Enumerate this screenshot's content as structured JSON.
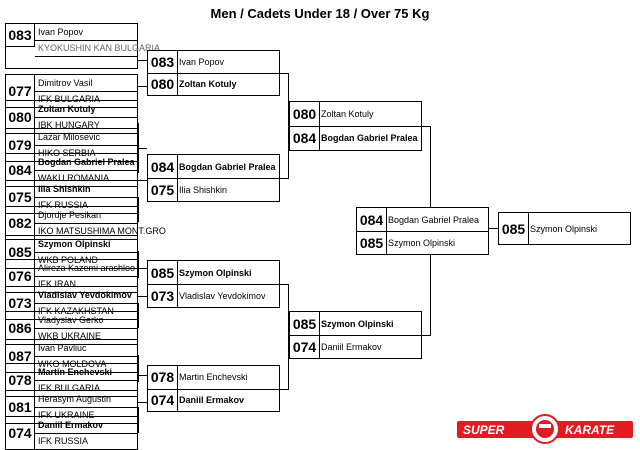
{
  "title": "Men / Cadets Under 18 / Over 75 Kg",
  "entries": [
    {
      "seed": "083",
      "name": "Ivan Popov",
      "club": "KYOKUSHIN KAN BULGARIA",
      "bold": false
    },
    {
      "seed": "077",
      "name": "Dimitrov Vasil",
      "club": "IFK BULGARIA",
      "bold": false
    },
    {
      "seed": "080",
      "name": "Zoltan Kotuly",
      "club": "IBK HUNGARY",
      "bold": true
    },
    {
      "seed": "079",
      "name": "Lazar Milosevic",
      "club": "HIKO SERBIA",
      "bold": false
    },
    {
      "seed": "084",
      "name": "Bogdan Gabriel Pralea",
      "club": "WAKU ROMANIA",
      "bold": true
    },
    {
      "seed": "075",
      "name": "Ilia Shishkin",
      "club": "IFK RUSSIA",
      "bold": true
    },
    {
      "seed": "082",
      "name": "Djordje Pesikan",
      "club": "IKO MATSUSHIMA MONT.GRO",
      "bold": false
    },
    {
      "seed": "085",
      "name": "Szymon Olpinski",
      "club": "WKB POLAND",
      "bold": true
    },
    {
      "seed": "076",
      "name": "Alireza Kazemi arashloo",
      "club": "IFK IRAN",
      "bold": false
    },
    {
      "seed": "073",
      "name": "Vladislav Yevdokimov",
      "club": "IFK KAZAKHSTAN",
      "bold": true
    },
    {
      "seed": "086",
      "name": "Vladyslav Gerko",
      "club": "WKB UKRAINE",
      "bold": false
    },
    {
      "seed": "087",
      "name": "Ivan Pavliuc",
      "club": "WKO MOLDOVA",
      "bold": false
    },
    {
      "seed": "078",
      "name": "Martin Enchevski",
      "club": "IFK BULGARIA",
      "bold": true
    },
    {
      "seed": "081",
      "name": "Herasym Augustin",
      "club": "IFK UKRAINE",
      "bold": false
    },
    {
      "seed": "074",
      "name": "Daniil Ermakov",
      "club": "IFK RUSSIA",
      "bold": true
    }
  ],
  "round2": [
    {
      "top": {
        "seed": "083",
        "name": "Ivan Popov",
        "bold": false
      },
      "bottom": {
        "seed": "080",
        "name": "Zoltan Kotuly",
        "bold": true
      }
    },
    {
      "top": {
        "seed": "084",
        "name": "Bogdan Gabriel Pralea",
        "bold": true
      },
      "bottom": {
        "seed": "075",
        "name": "Ilia Shishkin",
        "bold": false
      }
    },
    {
      "top": {
        "seed": "085",
        "name": "Szymon Olpinski",
        "bold": true
      },
      "bottom": {
        "seed": "073",
        "name": "Vladislav Yevdokimov",
        "bold": false
      }
    },
    {
      "top": {
        "seed": "078",
        "name": "Martin Enchevski",
        "bold": false
      },
      "bottom": {
        "seed": "074",
        "name": "Daniil Ermakov",
        "bold": true
      }
    }
  ],
  "semis": [
    {
      "top": {
        "seed": "080",
        "name": "Zoltan Kotuly",
        "bold": false
      },
      "bottom": {
        "seed": "084",
        "name": "Bogdan Gabriel Pralea",
        "bold": true
      }
    },
    {
      "top": {
        "seed": "085",
        "name": "Szymon Olpinski",
        "bold": true
      },
      "bottom": {
        "seed": "074",
        "name": "Daniil Ermakov",
        "bold": false
      }
    }
  ],
  "final": {
    "top": {
      "seed": "084",
      "name": "Bogdan Gabriel Pralea",
      "bold": false
    },
    "bottom": {
      "seed": "085",
      "name": "Szymon Olpinski",
      "bold": false
    }
  },
  "winner": {
    "seed": "085",
    "name": "Szymon Olpinski"
  },
  "logo": {
    "left": "SUPER",
    "right": "KARATE",
    "color": "#e01b22"
  }
}
